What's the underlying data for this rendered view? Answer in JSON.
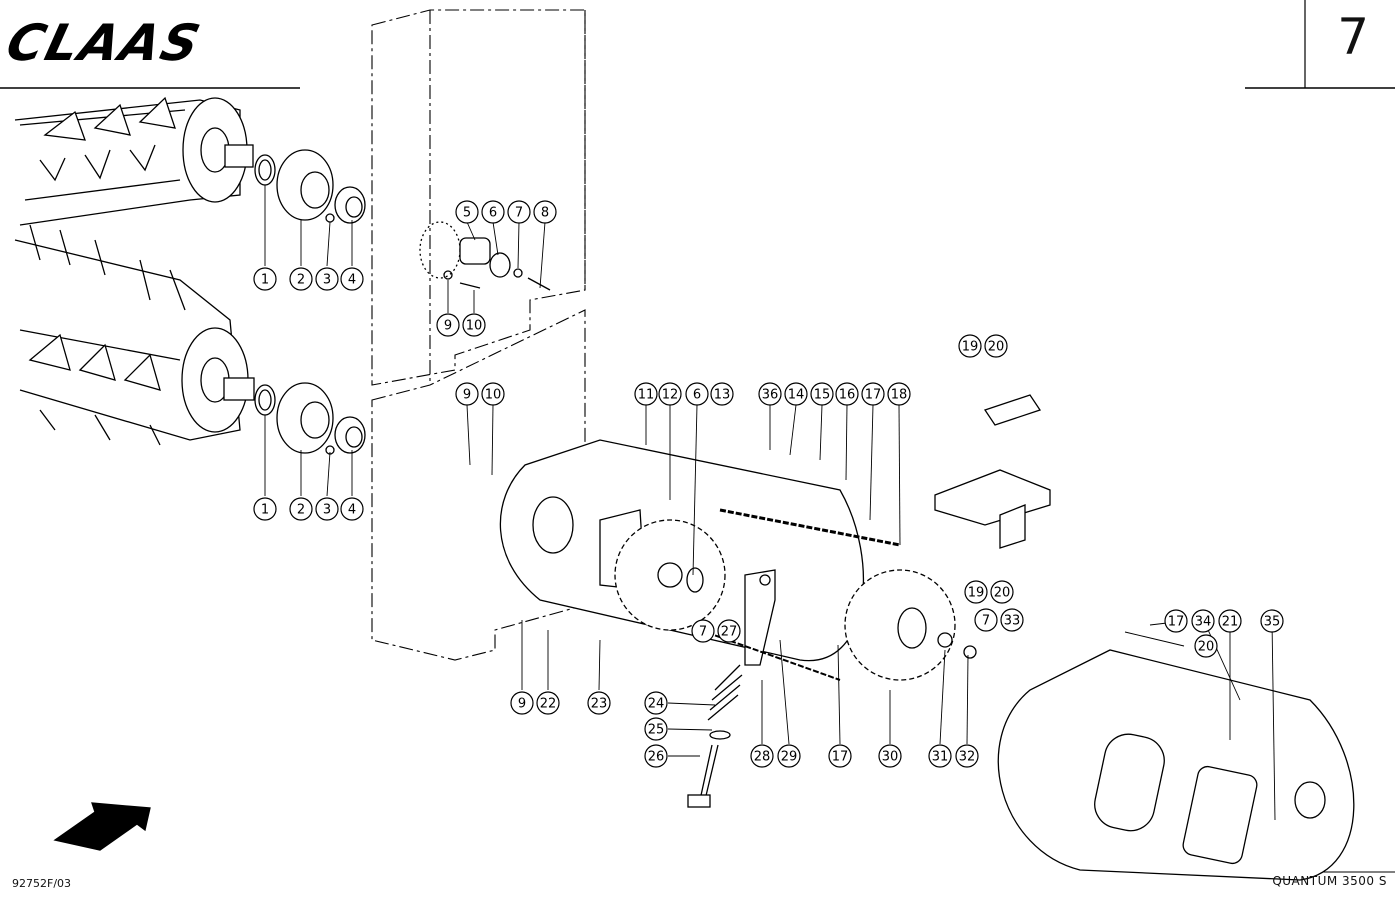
{
  "header": {
    "brand": "CLAAS",
    "page_number": "7"
  },
  "footer": {
    "drawing_code": "92752F/03",
    "model": "QUANTUM 3500 S"
  },
  "callouts": [
    {
      "label": "1"
    },
    {
      "label": "2"
    },
    {
      "label": "3"
    },
    {
      "label": "4"
    },
    {
      "label": "5"
    },
    {
      "label": "6"
    },
    {
      "label": "7"
    },
    {
      "label": "8"
    },
    {
      "label": "9"
    },
    {
      "label": "10"
    },
    {
      "label": "1"
    },
    {
      "label": "2"
    },
    {
      "label": "3"
    },
    {
      "label": "4"
    },
    {
      "label": "9"
    },
    {
      "label": "10"
    },
    {
      "label": "11"
    },
    {
      "label": "12"
    },
    {
      "label": "6"
    },
    {
      "label": "13"
    },
    {
      "label": "36"
    },
    {
      "label": "14"
    },
    {
      "label": "15"
    },
    {
      "label": "16"
    },
    {
      "label": "17"
    },
    {
      "label": "18"
    },
    {
      "label": "19"
    },
    {
      "label": "20"
    },
    {
      "label": "19"
    },
    {
      "label": "20"
    },
    {
      "label": "7"
    },
    {
      "label": "27"
    },
    {
      "label": "9"
    },
    {
      "label": "22"
    },
    {
      "label": "23"
    },
    {
      "label": "24"
    },
    {
      "label": "25"
    },
    {
      "label": "26"
    },
    {
      "label": "28"
    },
    {
      "label": "29"
    },
    {
      "label": "17"
    },
    {
      "label": "30"
    },
    {
      "label": "31"
    },
    {
      "label": "32"
    },
    {
      "label": "7"
    },
    {
      "label": "33"
    },
    {
      "label": "17"
    },
    {
      "label": "34"
    },
    {
      "label": "21"
    },
    {
      "label": "35"
    },
    {
      "label": "20"
    }
  ]
}
